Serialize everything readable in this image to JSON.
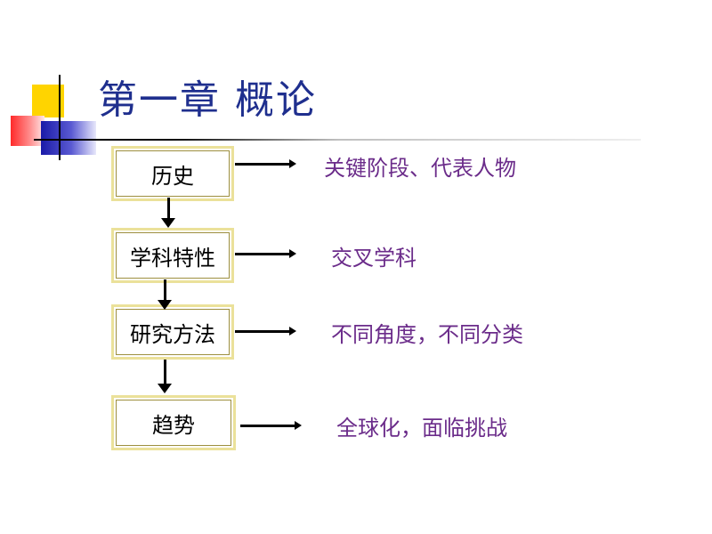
{
  "title": "第一章 概论",
  "rows": [
    {
      "label": "历史",
      "description": "关键阶段、代表人物"
    },
    {
      "label": "学科特性",
      "description": "交叉学科"
    },
    {
      "label": "研究方法",
      "description": "不同角度，不同分类"
    },
    {
      "label": "趋势",
      "description": "全球化，面临挑战"
    }
  ],
  "colors": {
    "title": "#1f2f8e",
    "description": "#6b2c8a",
    "box_border": "#ebe19a",
    "deco_yellow": "#ffd400",
    "deco_red": "#ff2a2a",
    "deco_blue": "#1a1aa8"
  }
}
